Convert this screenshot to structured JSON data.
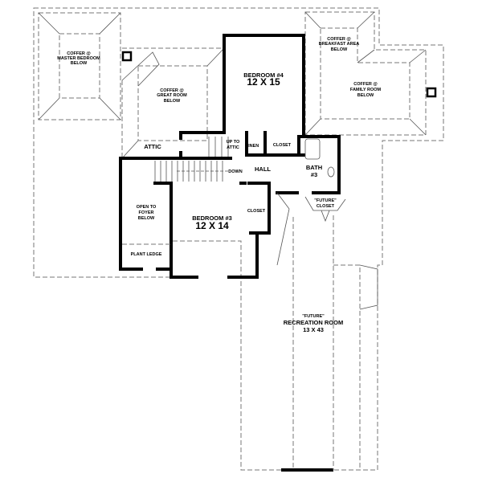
{
  "rooms": {
    "coffer_master": {
      "l1": "COFFER @",
      "l2": "MASTER BEDROOM",
      "l3": "BELOW"
    },
    "coffer_great": {
      "l1": "COFFER @",
      "l2": "GREAT ROOM",
      "l3": "BELOW"
    },
    "bedroom4": {
      "name": "BEDROOM #4",
      "size": "12 X 15"
    },
    "coffer_breakfast": {
      "l1": "COFFER @",
      "l2": "BREAKFAST AREA",
      "l3": "BELOW"
    },
    "coffer_family": {
      "l1": "COFFER @",
      "l2": "FAMILY ROOM",
      "l3": "BELOW"
    },
    "attic": "ATTIC",
    "up_to_attic": {
      "l1": "UP TO",
      "l2": "ATTIC"
    },
    "linen": "LINEN",
    "closet_upper": "CLOSET",
    "hall": "HALL",
    "down": "DOWN",
    "bath3": {
      "l1": "BATH",
      "l2": "#3"
    },
    "future_closet": {
      "l1": "\"FUTURE\"",
      "l2": "CLOSET"
    },
    "open_foyer": {
      "l1": "OPEN TO",
      "l2": "FOYER",
      "l3": "BELOW"
    },
    "plant_ledge": "PLANT LEDGE",
    "bedroom3": {
      "name": "BEDROOM #3",
      "size": "12 X 14"
    },
    "closet_bed3": "CLOSET",
    "recreation": {
      "l1": "\"FUTURE\"",
      "l2": "RECREATION ROOM",
      "l3": "13 X 43"
    }
  }
}
